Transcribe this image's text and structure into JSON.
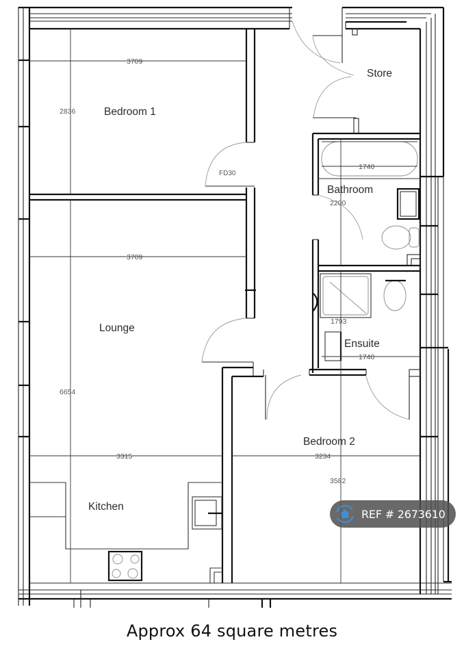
{
  "floorplan": {
    "rooms": [
      {
        "id": "bedroom1",
        "label": "Bedroom 1",
        "width_dim": "3709",
        "depth_dim": "2836"
      },
      {
        "id": "lounge",
        "label": "Lounge",
        "width_dim": "3709",
        "depth_dim": "6654"
      },
      {
        "id": "kitchen",
        "label": "Kitchen",
        "width_dim": "3315"
      },
      {
        "id": "store",
        "label": "Store"
      },
      {
        "id": "bathroom",
        "label": "Bathroom",
        "width_dim": "1740",
        "depth_dim": "2200"
      },
      {
        "id": "ensuite",
        "label": "Ensuite",
        "width_dim": "1740",
        "shower_dim": "1793"
      },
      {
        "id": "bedroom2",
        "label": "Bedroom 2",
        "width_dim": "3234",
        "depth_dim": "3582"
      }
    ],
    "door_tag": "FD30"
  },
  "badge": {
    "icon": "home-icon",
    "text": "REF # 2673610",
    "accent_color": "#3f8fd6"
  },
  "caption": "Approx 64 square metres"
}
